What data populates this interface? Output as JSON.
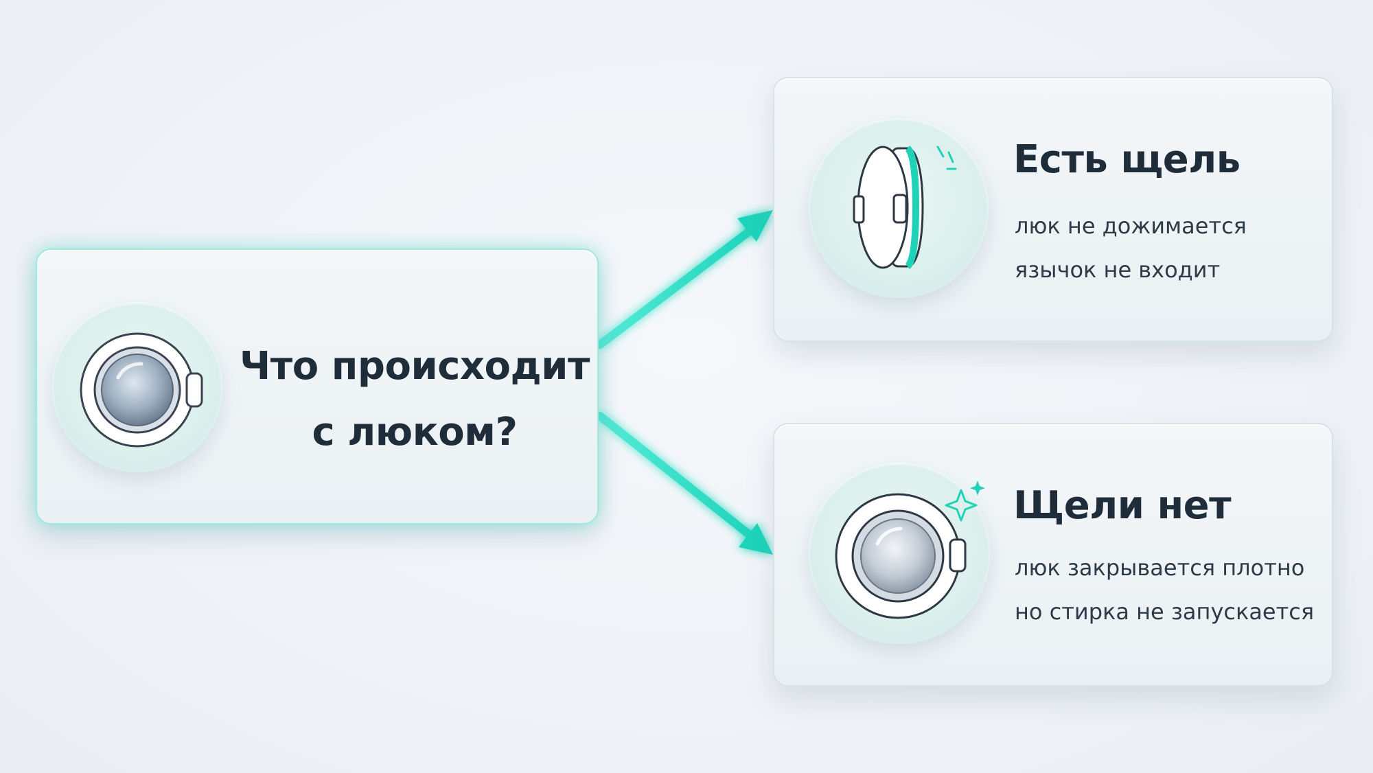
{
  "question": {
    "line1": "Что происходит",
    "line2": "с люком?",
    "icon": "washing-machine-door-icon"
  },
  "outcome_gap": {
    "title": "Есть щель",
    "line1": "люк не дожимается",
    "line2": "язычок не входит",
    "icon": "open-door-gap-icon"
  },
  "outcome_no_gap": {
    "title": "Щели нет",
    "line1": "люк закрывается плотно",
    "line2": "но стирка не запускается",
    "icon": "closed-door-sparkle-icon"
  },
  "colors": {
    "accent": "#2fe0c6",
    "text": "#1f2d3b",
    "card_bg": "#eef3f6"
  }
}
